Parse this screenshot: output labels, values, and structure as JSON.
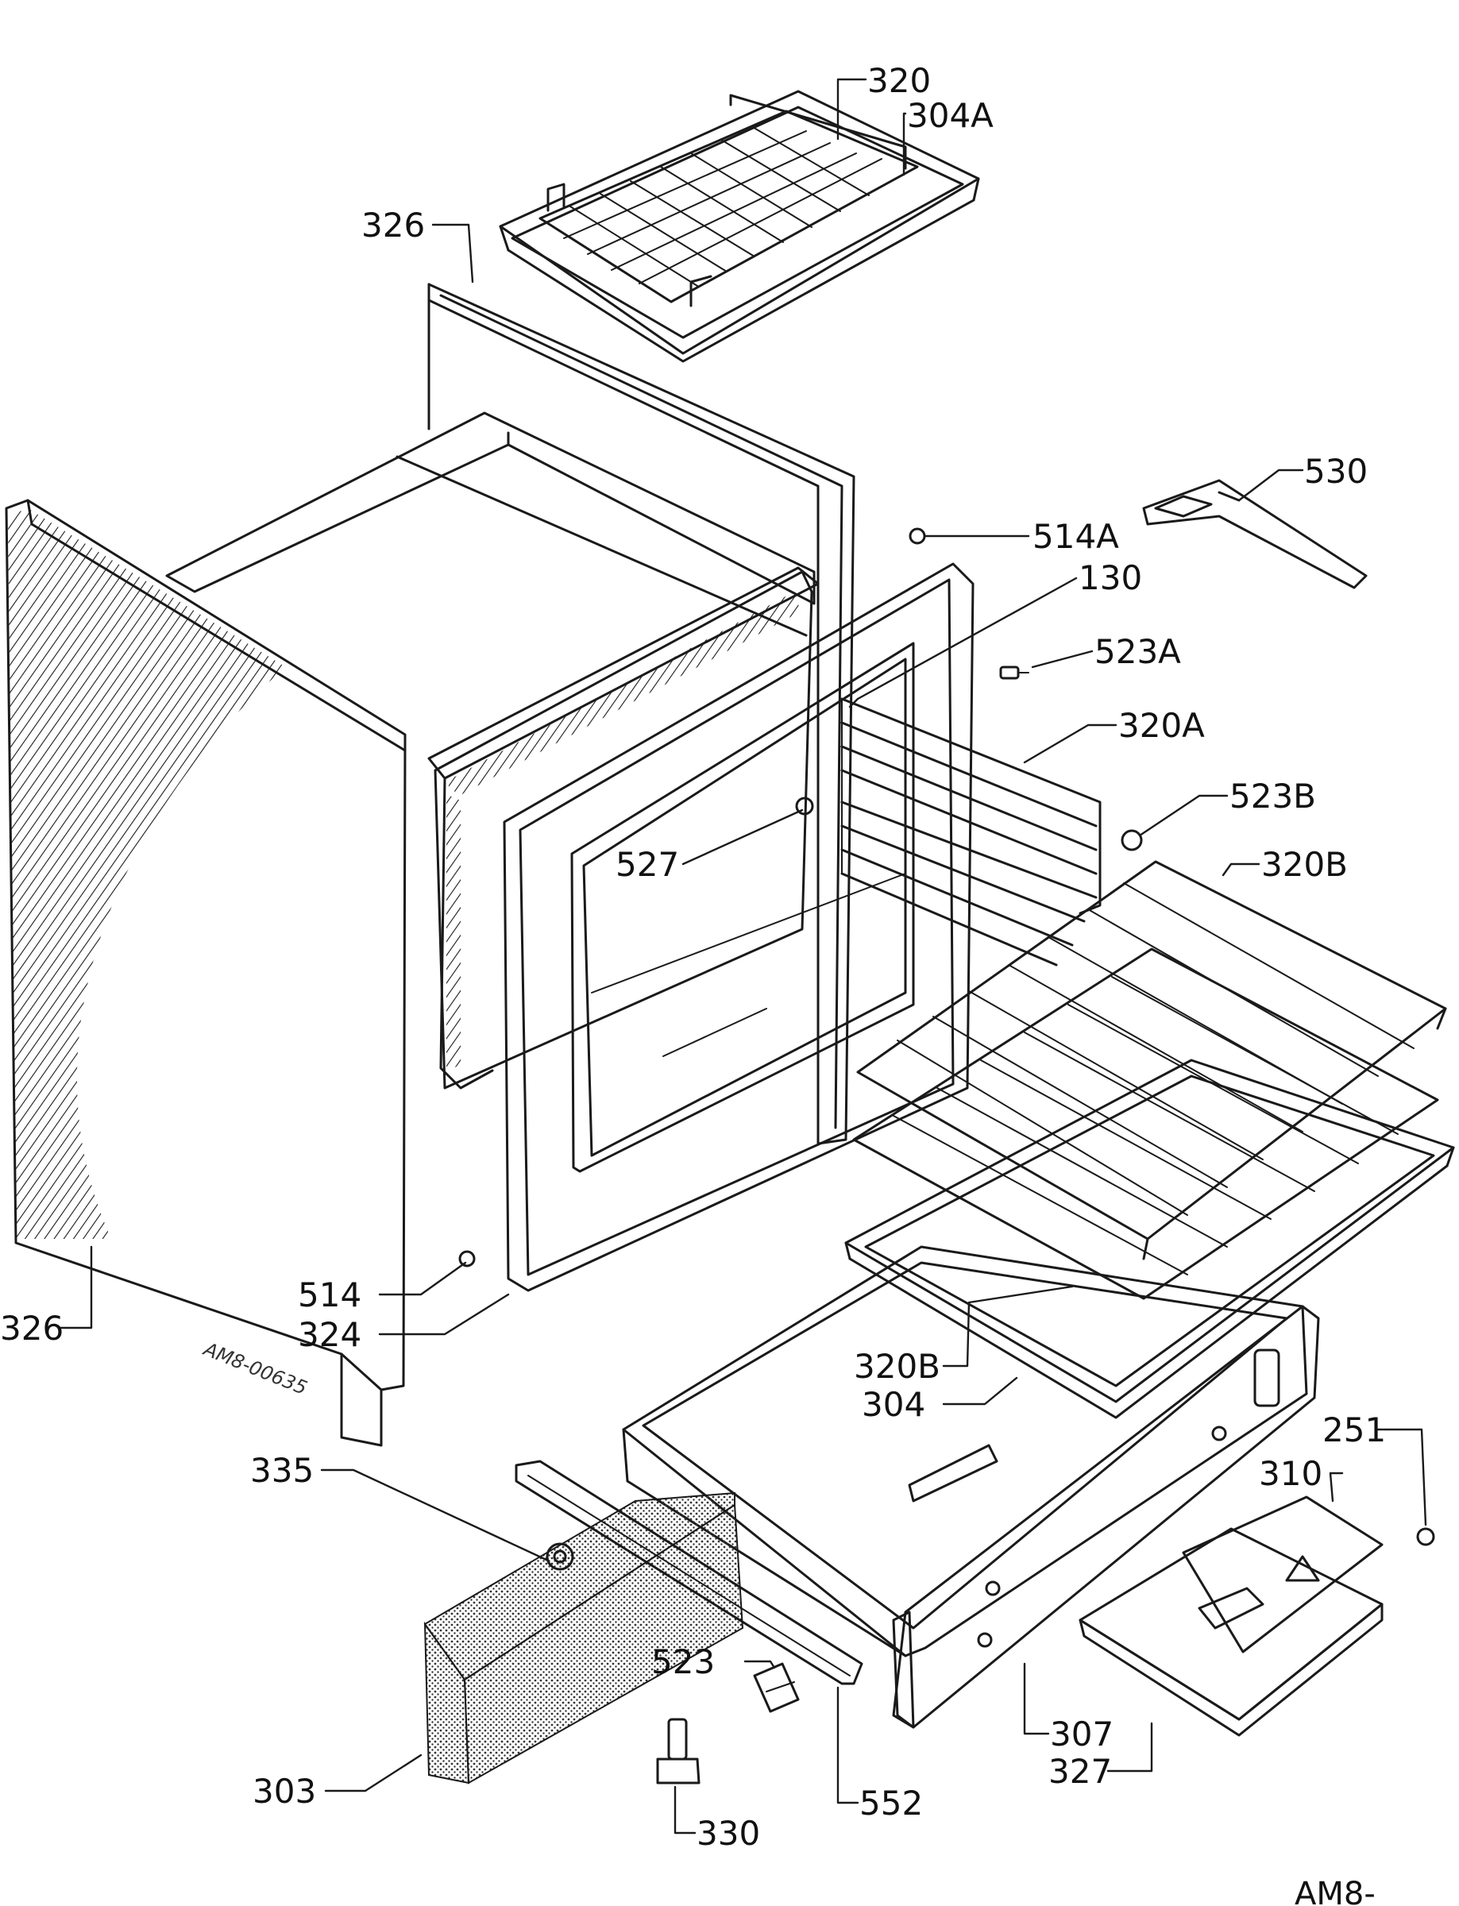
{
  "drawing_code": "AM8-00635",
  "corner_text": "AM8-",
  "parts": [
    {
      "id": "p320",
      "label": "320"
    },
    {
      "id": "p304a",
      "label": "304A"
    },
    {
      "id": "p326top",
      "label": "326"
    },
    {
      "id": "p530",
      "label": "530"
    },
    {
      "id": "p514a",
      "label": "514A"
    },
    {
      "id": "p130",
      "label": "130"
    },
    {
      "id": "p523a",
      "label": "523A"
    },
    {
      "id": "p320a",
      "label": "320A"
    },
    {
      "id": "p523b",
      "label": "523B"
    },
    {
      "id": "p320b_top",
      "label": "320B"
    },
    {
      "id": "p527",
      "label": "527"
    },
    {
      "id": "p514",
      "label": "514"
    },
    {
      "id": "p324",
      "label": "324"
    },
    {
      "id": "p326left",
      "label": "326"
    },
    {
      "id": "p320b_bottom",
      "label": "320B"
    },
    {
      "id": "p304",
      "label": "304"
    },
    {
      "id": "p251",
      "label": "251"
    },
    {
      "id": "p310",
      "label": "310"
    },
    {
      "id": "p335",
      "label": "335"
    },
    {
      "id": "p523",
      "label": "523"
    },
    {
      "id": "p307",
      "label": "307"
    },
    {
      "id": "p327",
      "label": "327"
    },
    {
      "id": "p303",
      "label": "303"
    },
    {
      "id": "p552",
      "label": "552"
    },
    {
      "id": "p330",
      "label": "330"
    }
  ]
}
